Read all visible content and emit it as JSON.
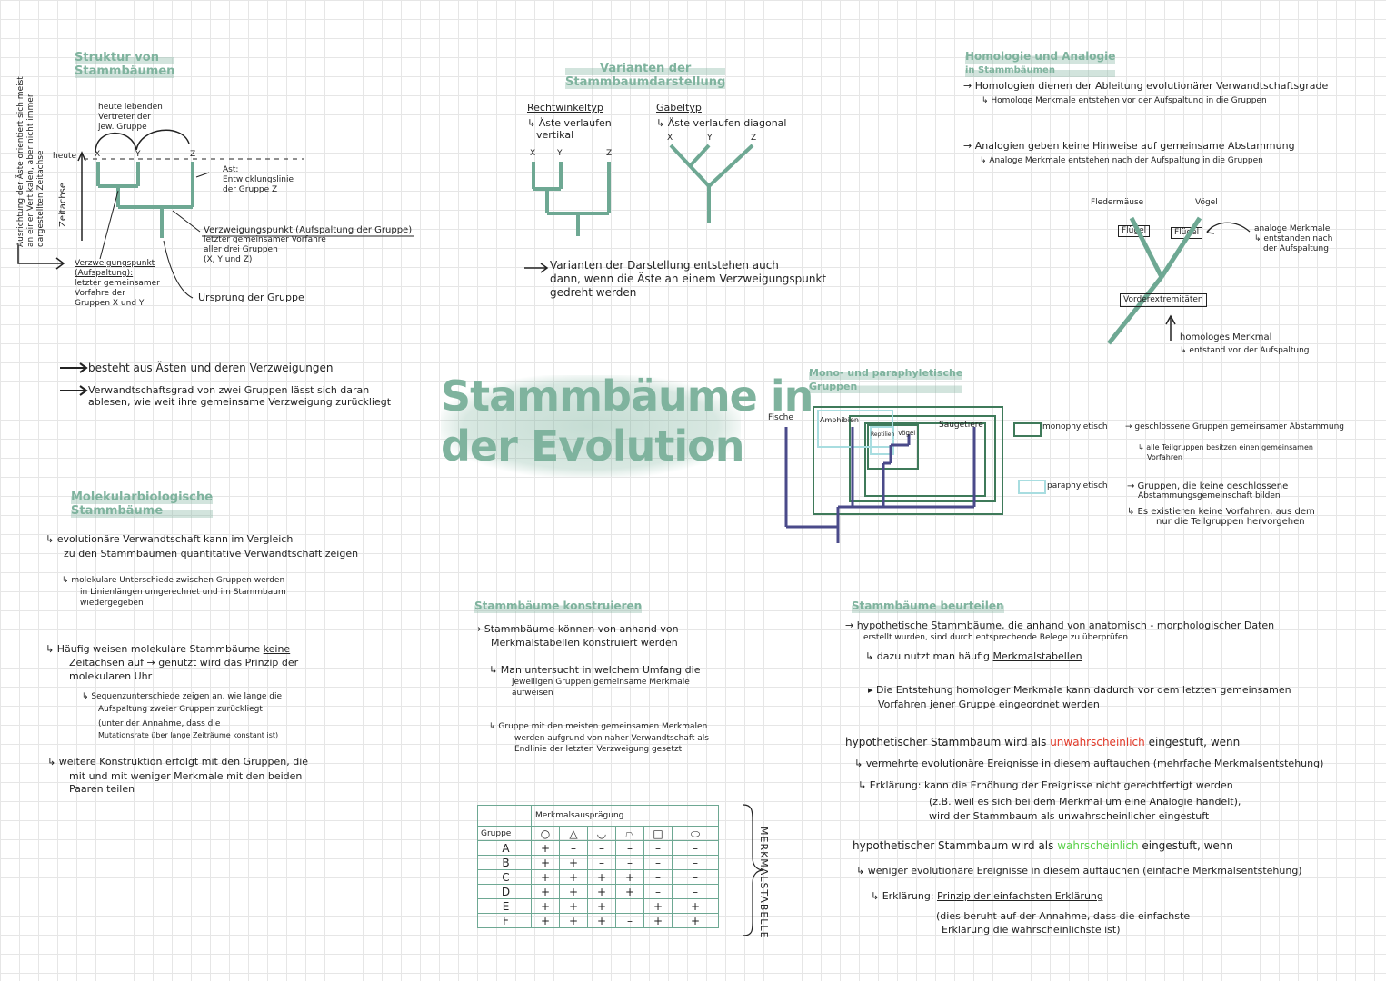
{
  "title": {
    "line1": "Stammbäume in",
    "line2": "der Evolution"
  },
  "struktur": {
    "heading1": "Struktur von",
    "heading2": "Stammbäumen",
    "side_note1": "Ausrichtung der Äste orientiert sich meist",
    "side_note2": "an einer Vertikalen, aber nicht immer",
    "side_note3": "dargestellten Zeitachse",
    "zeitachse": "Zeitachse",
    "heute": "heute",
    "heute_lebend1": "heute lebenden",
    "heute_lebend2": "Vertreter der",
    "heute_lebend3": "jew. Gruppe",
    "x": "X",
    "y": "Y",
    "z": "Z",
    "ast1": "Ast:",
    "ast2": "Entwicklungslinie",
    "ast3": "der Gruppe Z",
    "verzweig_rechts1": "Verzweigungspunkt (Aufspaltung der Gruppe)",
    "verzweig_rechts2": "letzter gemeinsamer Vorfahre",
    "verzweig_rechts3": "aller drei Gruppen",
    "verzweig_rechts4": "(X, Y und Z)",
    "verzweig_links1": "Verzweigungspunkt",
    "verzweig_links2": "(Aufspaltung):",
    "verzweig_links3": "letzter gemeinsamer",
    "verzweig_links4": "Vorfahre der",
    "verzweig_links5": "Gruppen X und Y",
    "ursprung": "Ursprung der Gruppe",
    "point1": "besteht aus Ästen und deren Verzweigungen",
    "point2a": "Verwandtschaftsgrad von zwei Gruppen lässt sich daran",
    "point2b": "ablesen, wie weit ihre gemeinsame Verzweigung zurückliegt"
  },
  "varianten": {
    "heading1": "Varianten der",
    "heading2": "Stammbaumdarstellung",
    "rechtwinkel": "Rechtwinkeltyp",
    "rechtwinkel_desc1": "↳ Äste verlaufen",
    "rechtwinkel_desc2": "vertikal",
    "gabel": "Gabeltyp",
    "gabel_desc": "↳ Äste verlaufen diagonal",
    "x": "X",
    "y": "Y",
    "z": "Z",
    "note1": "Varianten der Darstellung entstehen auch",
    "note2": "dann, wenn die Äste an einem Verzweigungspunkt",
    "note3": "gedreht werden"
  },
  "homologie": {
    "heading1": "Homologie und Analogie",
    "heading2": "in Stammbäumen",
    "l1": "→ Homologien dienen der Ableitung evolutionärer Verwandtschaftsgrade",
    "l2": "↳ Homologe Merkmale entstehen vor der Aufspaltung in die Gruppen",
    "l3": "→ Analogien geben keine Hinweise auf gemeinsame Abstammung",
    "l4": "↳ Analoge Merkmale entstehen nach der Aufspaltung in die Gruppen",
    "fledermaeuse": "Fledermäuse",
    "voegel": "Vögel",
    "fluegel1": "Flügel",
    "fluegel2": "Flügel",
    "analog1": "analoge Merkmale",
    "analog2": "↳ entstanden nach",
    "analog3": "der Aufspaltung",
    "vorder": "Vorderextremitäten",
    "homolog1": "homologes Merkmal",
    "homolog2": "↳ entstand vor der Aufspaltung"
  },
  "mono": {
    "heading1": "Mono- und paraphyletische",
    "heading2": "Gruppen",
    "fische": "Fische",
    "amphibien": "Amphibien",
    "reptilien": "Reptilien",
    "voegel": "Vögel",
    "saeugetiere": "Säugetiere",
    "monophyletisch": "monophyletisch",
    "mono_desc1": "→ geschlossene Gruppen gemeinsamer Abstammung",
    "mono_desc2": "↳ alle Teilgruppen besitzen einen gemeinsamen",
    "mono_desc3": "Vorfahren",
    "paraphyletisch": "paraphyletisch",
    "para_desc1": "→ Gruppen, die keine geschlossene",
    "para_desc2": "Abstammungsgemeinschaft bilden",
    "para_desc3": "↳ Es existieren keine Vorfahren, aus dem",
    "para_desc4": "nur die Teilgruppen hervorgehen",
    "color_mono": "#3f7a5a",
    "color_para": "#a8dde0",
    "color_tree": "#4a4a8a"
  },
  "molekular": {
    "heading1": "Molekularbiologische",
    "heading2": "Stammbäume",
    "l1": "↳ evolutionäre Verwandtschaft kann im Vergleich",
    "l2": "zu den Stammbäumen quantitative Verwandtschaft zeigen",
    "l3": "↳ molekulare Unterschiede zwischen Gruppen werden",
    "l4": "in Linienlängen umgerechnet und im Stammbaum",
    "l5": "wiedergegeben",
    "l6a": "↳ Häufig weisen molekulare Stammbäume ",
    "l6b": "keine",
    "l7": "Zeitachsen auf → genutzt wird das Prinzip der",
    "l8": "molekularen Uhr",
    "l9": "↳ Sequenzunterschiede zeigen an, wie lange die",
    "l10": "Aufspaltung zweier Gruppen zurückliegt",
    "l11": "(unter der Annahme, dass die",
    "l12": "Mutationsrate über lange Zeiträume konstant ist)",
    "l13": "↳ weitere Konstruktion erfolgt mit den Gruppen, die",
    "l14": "mit und mit weniger Merkmale mit den beiden",
    "l15": "Paaren teilen"
  },
  "konstruieren": {
    "heading": "Stammbäume konstruieren",
    "l1": "→ Stammbäume können von anhand von",
    "l2": "Merkmalstabellen konstruiert werden",
    "l3": "↳ Man untersucht in welchem Umfang die",
    "l4": "jeweiligen Gruppen gemeinsame Merkmale",
    "l5": "aufweisen",
    "l6": "↳ Gruppe mit den meisten gemeinsamen Merkmalen",
    "l7": "werden aufgrund von naher Verwandtschaft als",
    "l8": "Endlinie der letzten Verzweigung gesetzt",
    "table_header": "Merkmalsausprägung",
    "table_group": "Gruppe",
    "shapes": [
      "○",
      "△",
      "◡",
      "⏢",
      "□",
      "⬭"
    ],
    "rows": [
      {
        "g": "A",
        "v": [
          "+",
          "–",
          "–",
          "–",
          "–",
          "–"
        ]
      },
      {
        "g": "B",
        "v": [
          "+",
          "+",
          "–",
          "–",
          "–",
          "–"
        ]
      },
      {
        "g": "C",
        "v": [
          "+",
          "+",
          "+",
          "+",
          "–",
          "–"
        ]
      },
      {
        "g": "D",
        "v": [
          "+",
          "+",
          "+",
          "+",
          "–",
          "–"
        ]
      },
      {
        "g": "E",
        "v": [
          "+",
          "+",
          "+",
          "–",
          "+",
          "+"
        ]
      },
      {
        "g": "F",
        "v": [
          "+",
          "+",
          "+",
          "–",
          "+",
          "+"
        ]
      }
    ],
    "side_label": "MERKMALSTABELLE"
  },
  "beurteilen": {
    "heading": "Stammbäume beurteilen",
    "l1": "→ hypothetische Stammbäume, die anhand von anatomisch - morphologischer Daten",
    "l2": "erstellt wurden, sind durch entsprechende Belege zu überprüfen",
    "l3a": "↳ dazu nutzt man häufig ",
    "l3b": "Merkmalstabellen",
    "l4": "▸ Die Entstehung homologer Merkmale kann dadurch vor dem letzten gemeinsamen",
    "l5": "Vorfahren jener Gruppe eingeordnet werden",
    "l6a": "hypothetischer Stammbaum wird als ",
    "l6b": "unwahrscheinlich",
    "l6c": " eingestuft, wenn",
    "l7": "↳ vermehrte evolutionäre Ereignisse in diesem auftauchen (mehrfache Merkmalsentstehung)",
    "l8": "↳ Erklärung: kann die Erhöhung der Ereignisse nicht gerechtfertigt werden",
    "l9": "(z.B. weil es sich bei dem Merkmal um eine Analogie handelt),",
    "l10": "wird der Stammbaum als unwahrscheinlicher eingestuft",
    "l11a": "hypothetischer Stammbaum wird als ",
    "l11b": "wahrscheinlich",
    "l11c": " eingestuft, wenn",
    "l12": "↳ weniger evolutionäre Ereignisse in diesem auftauchen (einfache Merkmalsentstehung)",
    "l13a": "↳ Erklärung: ",
    "l13b": "Prinzip der einfachsten Erklärung",
    "l14": "(dies beruht auf der Annahme, dass die einfachste",
    "l15": "Erklärung die wahrscheinlichste ist)"
  },
  "colors": {
    "accent": "#7fb39e",
    "tree": "#6ea893",
    "red": "#e23a2a",
    "green": "#5ad14a"
  }
}
